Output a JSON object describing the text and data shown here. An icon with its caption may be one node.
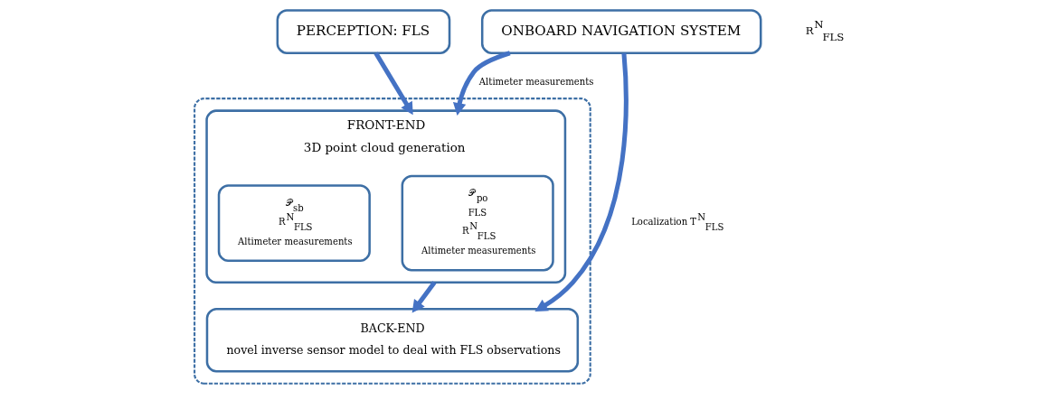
{
  "diagram": {
    "nodes": [
      {
        "text": [
          "PERCEPTION: FLS"
        ]
      },
      {
        "text": [],
        "shape": "box"
      },
      {
        "text": [
          "FRONT-END",
          "3D point cloud generation"
        ],
        "in": 1
      },
      {
        "text": [
          "𝒫$_{po}$",
          "FLS",
          "R$^{N}$$_{FLS}$",
          "Altimeter measurements"
        ],
        "in": 2
      },
      {
        "text": [
          "𝒫$_{sb}$",
          "R$^{N}$$_{FLS}$",
          "Altimeter measurements"
        ],
        "in": 2
      },
      {
        "text": [
          "BACK-END",
          "novel inverse sensor model to deal with FLS observations"
        ],
        "in": 1
      },
      {
        "text": [
          "ONBOARD NAVIGATION SYSTEM"
        ]
      }
    ],
    "edges": [
      {
        "from": 0,
        "to": 2,
        "arrow": "to"
      },
      {
        "from": 6,
        "to": 2,
        "arrow": "to",
        "label": "Altimeter measurements"
      },
      {
        "from": 2,
        "to": 5,
        "arrow": "to"
      },
      {
        "from": 6,
        "to": 5,
        "arrow": "to",
        "label": "Localization T$^{N}$$_{FLS}$"
      }
    ],
    "labels": [
      "R$^{N}$$_{FLS}$"
    ]
  }
}
